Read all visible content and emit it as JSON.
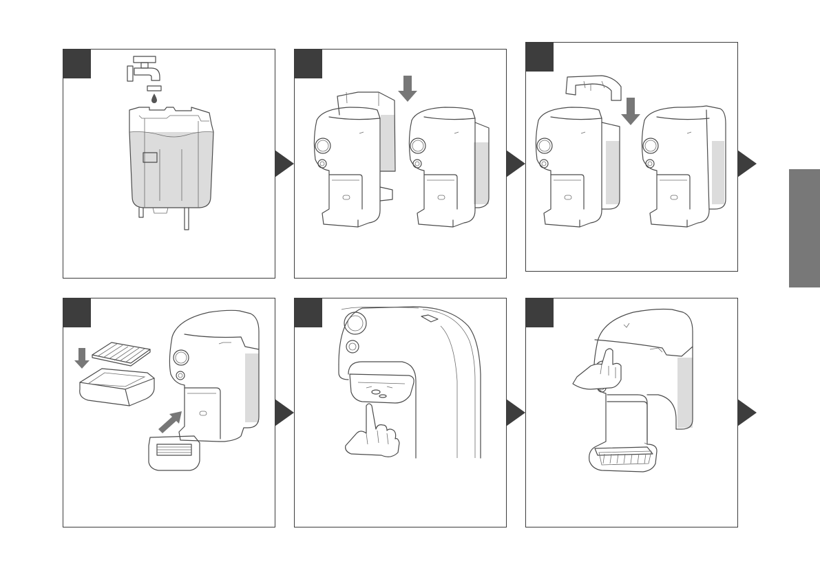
{
  "steps": [
    {
      "id": 1,
      "number": "",
      "scene": "fill-tank-at-tap"
    },
    {
      "id": 2,
      "number": "",
      "scene": "insert-tank"
    },
    {
      "id": 3,
      "number": "",
      "scene": "attach-lid"
    },
    {
      "id": 4,
      "number": "",
      "scene": "insert-drip-tray"
    },
    {
      "id": 5,
      "number": "",
      "scene": "press-release-button"
    },
    {
      "id": 6,
      "number": "",
      "scene": "press-power-button"
    }
  ],
  "side_tab": {
    "label": ""
  },
  "colors": {
    "badge": "#3d3d3d",
    "side_tab": "#787878",
    "arrow": "#3d3d3d",
    "water": "#dcdcdc",
    "line": "#4a4a4a"
  },
  "icons": [
    "tap-icon",
    "water-drop-icon",
    "down-arrow-icon",
    "diagonal-arrow-icon",
    "hand-pointer-icon",
    "next-step-arrow-icon"
  ]
}
